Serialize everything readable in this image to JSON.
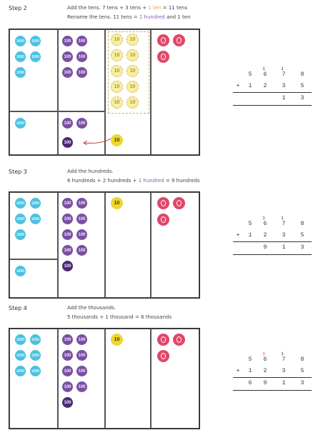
{
  "step2": {
    "label": "Step 2",
    "line1_a": "Add the tens. 7 tens + 3 tens + ",
    "line1_hl": "1 ten",
    "line1_b": " = 11 tens",
    "line2_a": "Rename the tens. 11 tens = ",
    "line2_hl": "1 hundred",
    "line2_b": " and 1 ten",
    "sum_top": [
      "5",
      "6",
      "7",
      "8"
    ],
    "sum_add": [
      "1",
      "2",
      "3",
      "5"
    ],
    "sum_plus": "+",
    "sum_result": [
      "",
      "",
      "1",
      "3"
    ],
    "carries": [
      "",
      "1",
      "1",
      ""
    ]
  },
  "step3": {
    "label": "Step 3",
    "line1": "Add the hundreds.",
    "line2_a": "6 hundreds + 2 hundreds + ",
    "line2_hl": "1 hundred",
    "line2_b": " = 9 hundreds",
    "sum_top": [
      "5",
      "6",
      "7",
      "8"
    ],
    "sum_add": [
      "1",
      "2",
      "3",
      "5"
    ],
    "sum_plus": "+",
    "sum_result": [
      "",
      "9",
      "1",
      "3"
    ],
    "carries": [
      "",
      "1",
      "1",
      ""
    ]
  },
  "step4": {
    "label": "Step 4",
    "line1": "Add the thousands.",
    "line2": "5 thousands + 1 thousand = 6 thousands",
    "sum_top": [
      "5",
      "6",
      "7",
      "8"
    ],
    "sum_add": [
      "1",
      "2",
      "3",
      "5"
    ],
    "sum_plus": "+",
    "sum_result": [
      "6",
      "9",
      "1",
      "3"
    ],
    "carries": [
      "",
      "1",
      "1",
      ""
    ]
  },
  "counters": {
    "thousand": "1000",
    "hundred": "100",
    "ten": "10"
  },
  "colors": {
    "thousand": "#4cc1e0",
    "hundred": "#7a4fa0",
    "hundred_new": "#4d2a73",
    "ten": "#ecd72e",
    "one": "#e14768",
    "highlight_orange": "#f0a030",
    "highlight_purple": "#8a5fb3"
  }
}
